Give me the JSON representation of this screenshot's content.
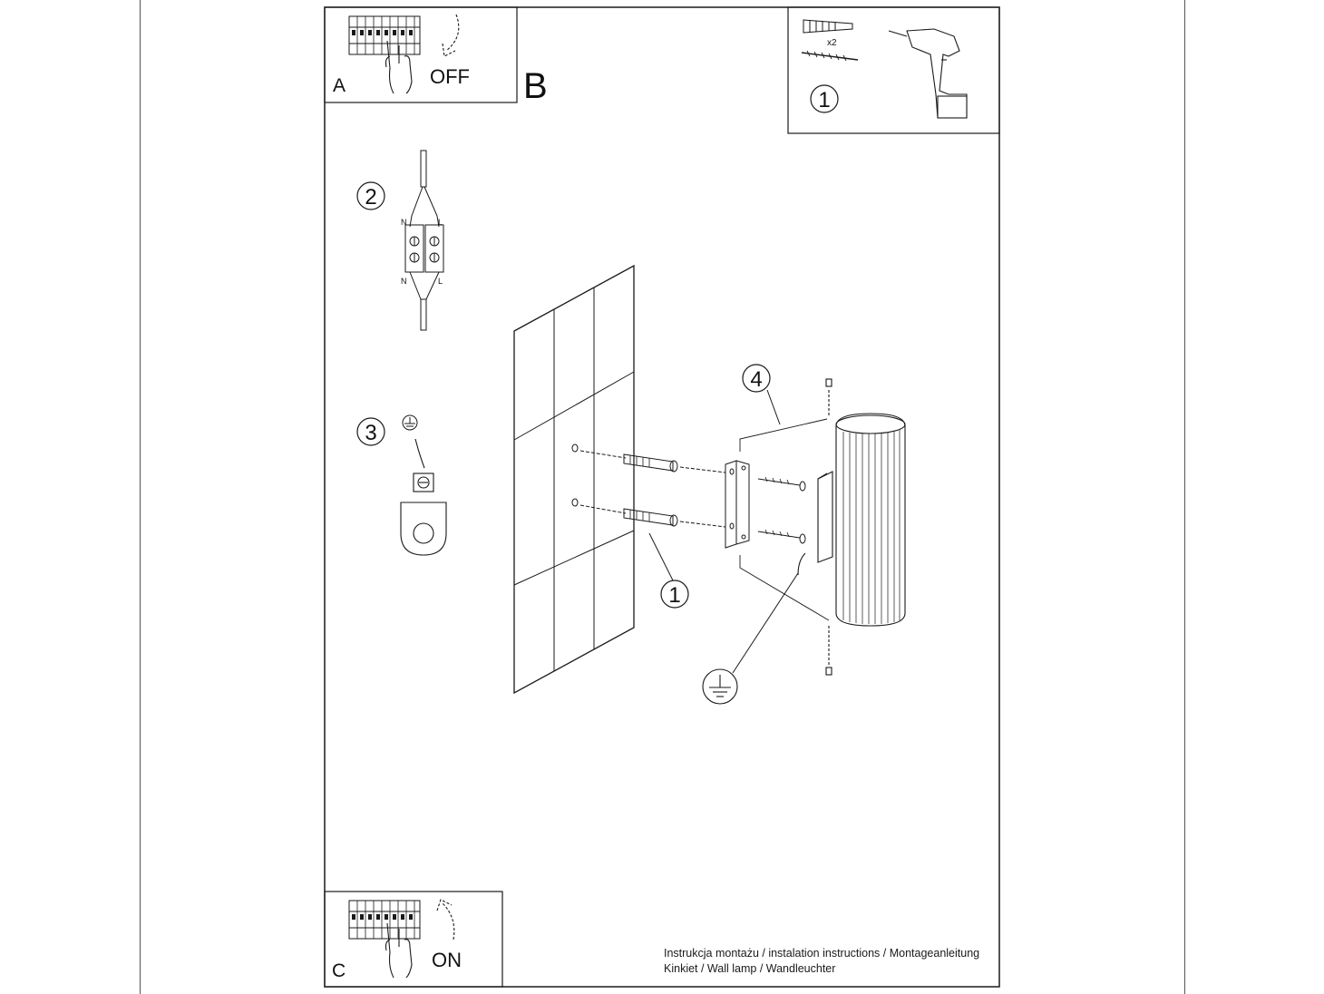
{
  "panels": {
    "a": {
      "letter": "A",
      "action": "OFF"
    },
    "b": {
      "letter": "B"
    },
    "c": {
      "letter": "C",
      "action": "ON"
    }
  },
  "steps": {
    "s1": "1",
    "s2": "2",
    "s3": "3",
    "s4": "4"
  },
  "callouts": {
    "quantity": "x2",
    "neutral": "N",
    "live": "L"
  },
  "footer": {
    "line1": "Instrukcja montażu / instalation instructions / Montageanleitung",
    "line2": "Kinkiet / Wall lamp / Wandleuchter"
  },
  "colors": {
    "ink": "#1a1a1a",
    "paper": "#ffffff"
  }
}
